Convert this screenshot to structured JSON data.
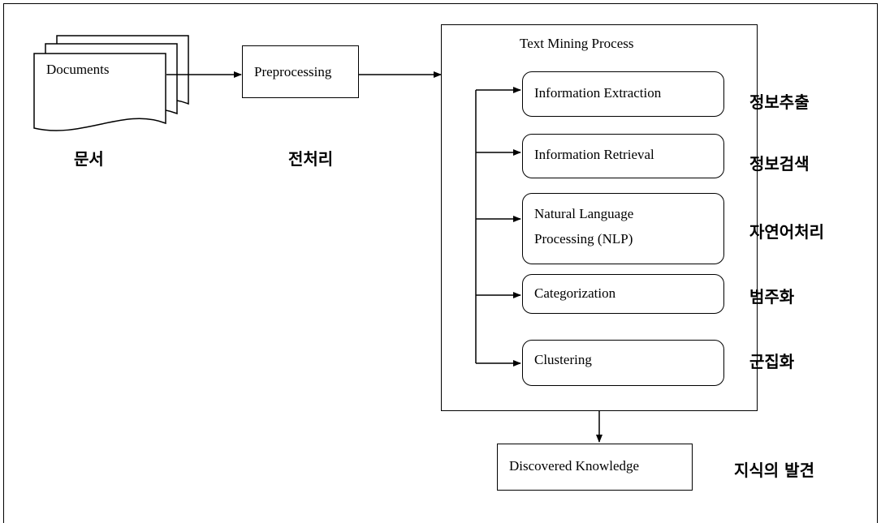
{
  "documents": {
    "label": "Documents",
    "korean": "문서"
  },
  "preprocessing": {
    "label": "Preprocessing",
    "korean": "전처리"
  },
  "process": {
    "title": "Text Mining Process",
    "steps": [
      {
        "label": "Information Extraction",
        "korean": "정보추출"
      },
      {
        "label": "Information Retrieval",
        "korean": "정보검색"
      },
      {
        "label_line1": "Natural Language",
        "label_line2": "Processing (NLP)",
        "korean": "자연어처리"
      },
      {
        "label": "Categorization",
        "korean": "범주화"
      },
      {
        "label": "Clustering",
        "korean": "군집화"
      }
    ]
  },
  "output": {
    "label": "Discovered Knowledge",
    "korean": "지식의 발견"
  }
}
